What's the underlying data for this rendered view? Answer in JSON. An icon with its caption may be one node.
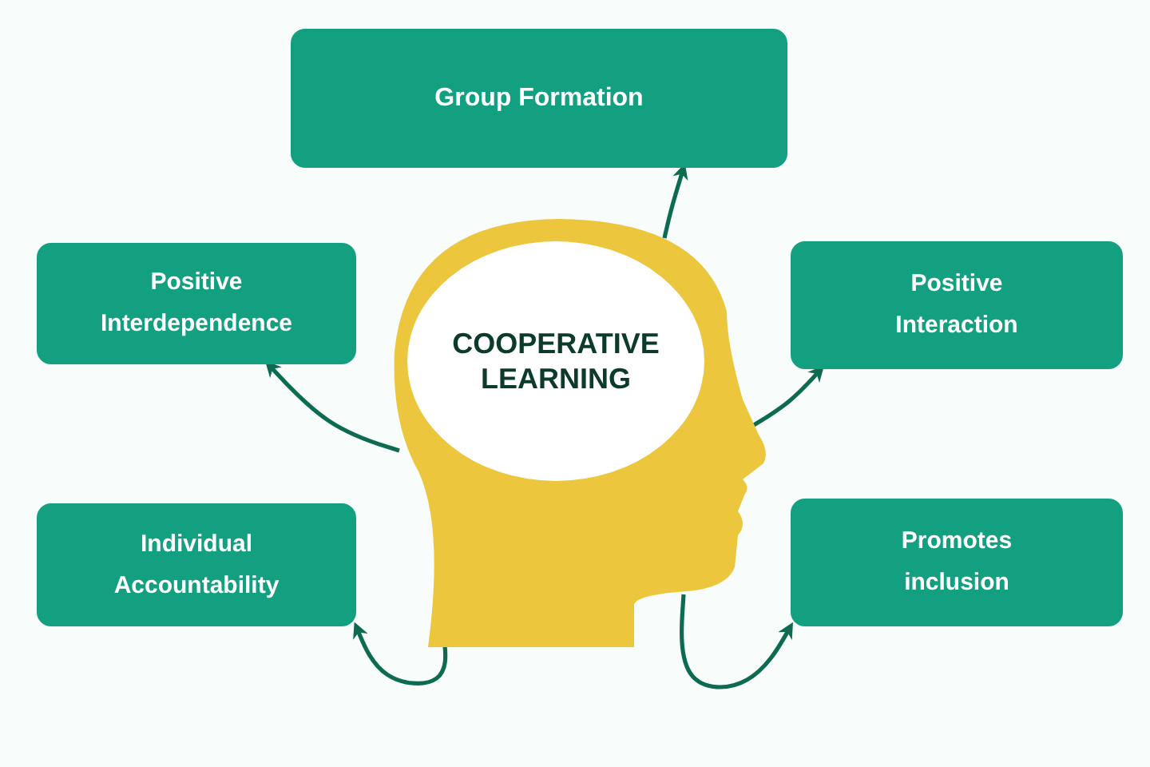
{
  "diagram": {
    "nodes": [
      {
        "text": [],
        "shape": "person"
      },
      {
        "text": [
          "COOPERATIVE LEARNING"
        ],
        "in": 0
      },
      {
        "text": [
          "Group Formation"
        ]
      },
      {
        "text": [
          "Positive Interdependence"
        ]
      },
      {
        "text": [
          "Positive Interaction"
        ]
      },
      {
        "text": [
          "Individual Accountability"
        ]
      },
      {
        "text": [
          "Promotes inclusion"
        ]
      }
    ],
    "edges": [
      {
        "from": 0,
        "to": 2,
        "arrow": "to"
      },
      {
        "from": 0,
        "to": 3,
        "arrow": "to"
      },
      {
        "from": 0,
        "to": 4,
        "arrow": "to"
      },
      {
        "from": 0,
        "to": 5,
        "arrow": "to"
      },
      {
        "from": 0,
        "to": 6,
        "arrow": "to"
      }
    ]
  }
}
